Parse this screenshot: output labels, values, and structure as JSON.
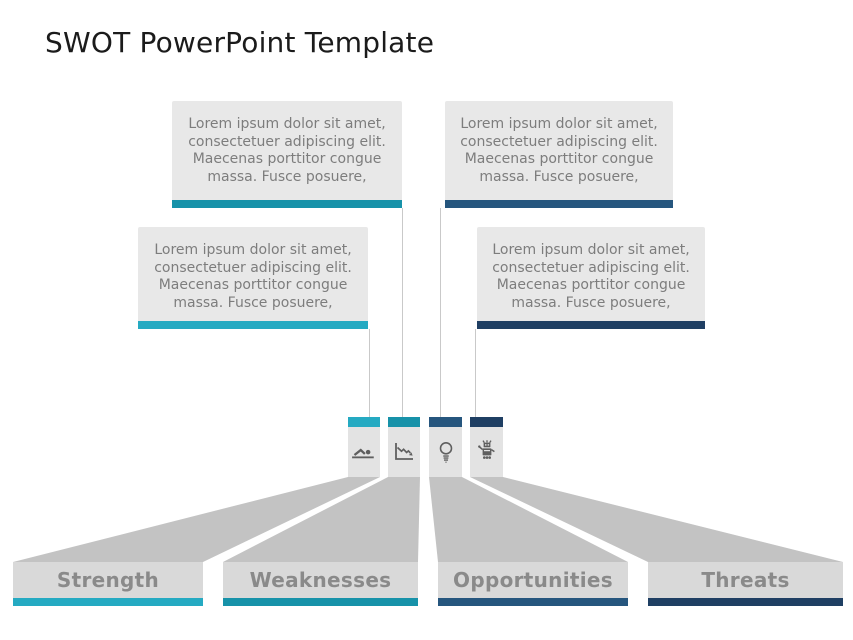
{
  "title": "SWOT PowerPoint Template",
  "note_text": "Lorem ipsum dolor sit amet,\nconsectetuer adipiscing elit.\nMaecenas porttitor congue\nmassa. Fusce posuere,",
  "columns": [
    {
      "label": "Strength",
      "icon": "swimmer-icon",
      "accent_color": "#25aac2"
    },
    {
      "label": "Weaknesses",
      "icon": "declining-chart-icon",
      "accent_color": "#1792a9"
    },
    {
      "label": "Opportunities",
      "icon": "lightbulb-icon",
      "accent_color": "#26567e"
    },
    {
      "label": "Threats",
      "icon": "robot-icon",
      "accent_color": "#1f3f63"
    }
  ],
  "colors": {
    "accent_teal_light": "#25aac2",
    "accent_teal_dark": "#1792a9",
    "accent_blue": "#26567e",
    "accent_navy": "#1f3f63",
    "note_background": "#e8e8e8",
    "icon_box_background": "#e3e3e3",
    "funnel_gray": "#c3c3c3",
    "label_background": "#d9d9d9",
    "body_text_gray": "#7d7d7d",
    "label_text_gray": "#8a8a8a"
  }
}
